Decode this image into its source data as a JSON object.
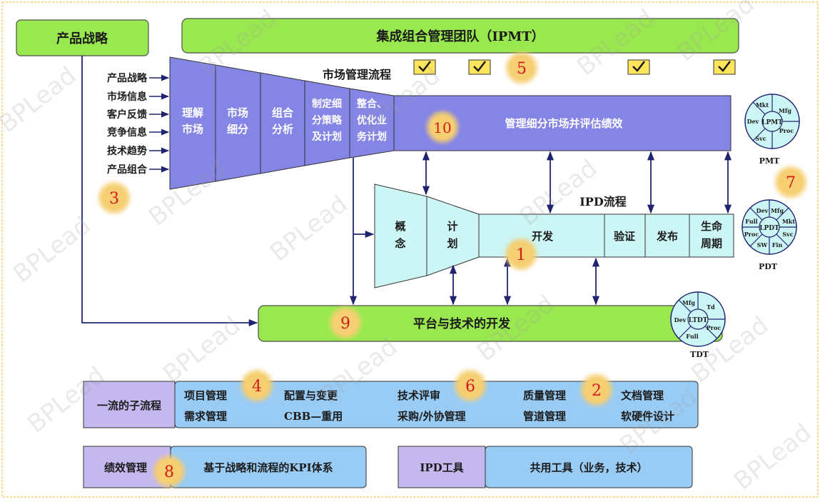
{
  "strategy_box": "产品战略",
  "ipmt_box": "集成组合管理团队（IPMT）",
  "market_process_label": "市场管理流程",
  "inputs": [
    "产品战略",
    "市场信息",
    "客户反馈",
    "竞争信息",
    "技术趋势",
    "产品组合"
  ],
  "funnel_stages": [
    [
      "理解",
      "市场"
    ],
    [
      "市场",
      "细分"
    ],
    [
      "组合",
      "分析"
    ],
    [
      "制定细",
      "分策略",
      "及计划"
    ],
    [
      "整合、",
      "优化业",
      "务计划"
    ]
  ],
  "manage_segment_box": "管理细分市场并评估绩效",
  "ipd_process_label": "IPD流程",
  "ipd_phases": {
    "concept": [
      "概",
      "念"
    ],
    "plan": [
      "计",
      "划"
    ],
    "develop": "开发",
    "verify": "验证",
    "release": "发布",
    "lifecycle": [
      "生命",
      "周期"
    ]
  },
  "platform_box": "平台与技术的开发",
  "teams": {
    "pmt": {
      "label": "PMT",
      "center": "LPMT",
      "segments": [
        "Mkt",
        "Mfg",
        "Proc",
        "Svc",
        "Dev"
      ]
    },
    "pdt": {
      "label": "PDT",
      "center": "LPDT",
      "segments": [
        "Dev",
        "Mfg",
        "Mkt",
        "Svc",
        "Fin",
        "SW",
        "Proc",
        "Full"
      ]
    },
    "tdt": {
      "label": "TDT",
      "center": "LTDT",
      "segments": [
        "Mfg",
        "Td",
        "Proc",
        "Full",
        "Dev"
      ]
    }
  },
  "subprocess_label": "一流的子流程",
  "subprocess_items": [
    [
      "项目管理",
      "配置与变更",
      "技术评审",
      "质量管理",
      "文档管理"
    ],
    [
      "需求管理",
      "CBB—重用",
      "采购/外协管理",
      "管道管理",
      "软硬件设计"
    ]
  ],
  "perf_label": "绩效管理",
  "perf_desc": "基于战略和流程的KPI体系",
  "tools_label": "IPD工具",
  "tools_desc": "共用工具（业务，技术）",
  "callout_numbers": [
    "1",
    "2",
    "3",
    "4",
    "5",
    "6",
    "7",
    "8",
    "9",
    "10"
  ],
  "watermark": "BPLead",
  "colors": {
    "green": "#99E84F",
    "purple": "#8585E6",
    "cyan": "#CCF5F5",
    "light_blue": "#99CCF5",
    "lavender": "#C4B8EE",
    "check_yellow": "#FFE55C",
    "callout_fill": "#F5CF71",
    "callout_text": "#D21C1C",
    "arrow": "#1F2370"
  }
}
